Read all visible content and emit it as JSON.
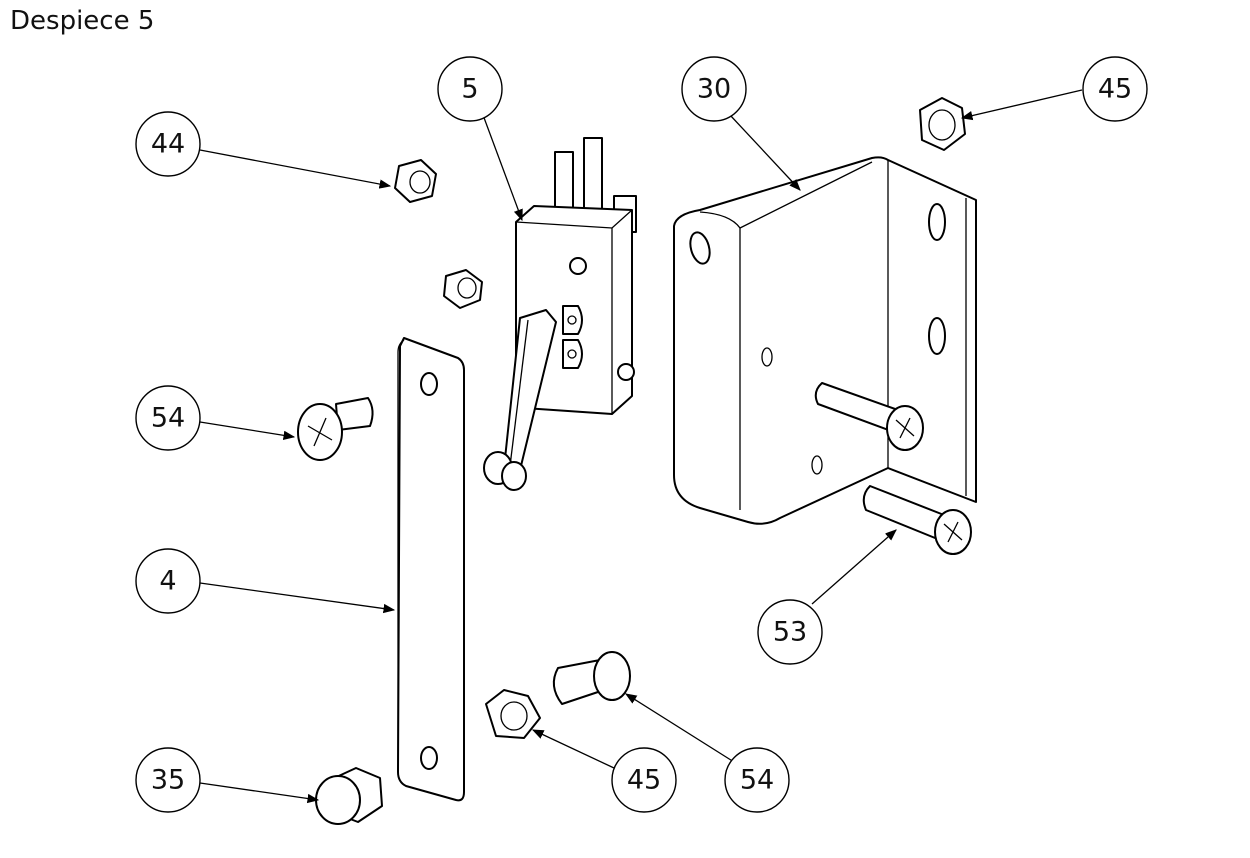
{
  "title": "Despiece 5",
  "balloons": [
    {
      "label": "5"
    },
    {
      "label": "30"
    },
    {
      "label": "45"
    },
    {
      "label": "44"
    },
    {
      "label": "54"
    },
    {
      "label": "4"
    },
    {
      "label": "53"
    },
    {
      "label": "35"
    },
    {
      "label": "45"
    },
    {
      "label": "54"
    }
  ]
}
